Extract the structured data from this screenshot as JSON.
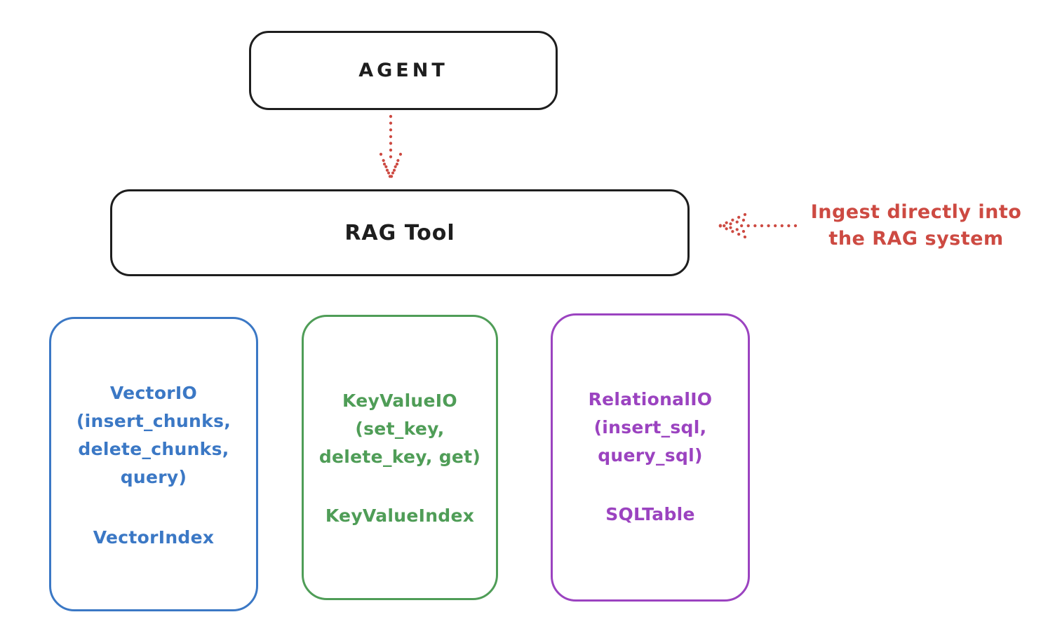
{
  "diagram": {
    "colors": {
      "ink": "#1e1e1e",
      "red": "#cd4a42",
      "blue": "#3b78c5",
      "green": "#4f9d57",
      "purple": "#9b43c0"
    },
    "agent": {
      "label": "AGENT"
    },
    "rag_tool": {
      "label": "RAG Tool"
    },
    "annotation": {
      "line1": "Ingest directly into",
      "line2": "the RAG system"
    },
    "modules": [
      {
        "title": "VectorIO",
        "params": "(insert_chunks,\ndelete_chunks,\nquery)",
        "index_label": "VectorIndex",
        "accent": "#3b78c5"
      },
      {
        "title": "KeyValueIO",
        "params": "(set_key,\ndelete_key, get)",
        "index_label": "KeyValueIndex",
        "accent": "#4f9d57"
      },
      {
        "title": "RelationalIO",
        "params": "(insert_sql,\nquery_sql)",
        "index_label": "SQLTable",
        "accent": "#9b43c0"
      }
    ]
  }
}
